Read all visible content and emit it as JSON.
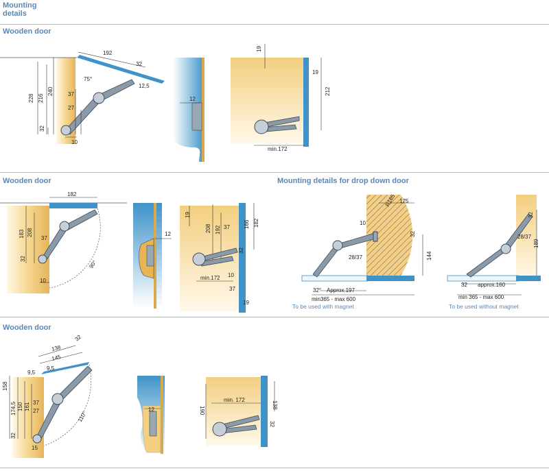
{
  "header": {
    "title": "Mounting\ndetails"
  },
  "sections": {
    "s1": "Wooden door",
    "s2": "Wooden door",
    "s2b": "Mounting details for drop down door",
    "s3": "Wooden door"
  },
  "d1": {
    "192": "192",
    "32": "32",
    "75": "75°",
    "125": "12,5",
    "228": "228",
    "216": "216",
    "240": "240",
    "37": "37",
    "27": "27",
    "32b": "32",
    "10": "10"
  },
  "d1b": {
    "12": "12"
  },
  "d1c": {
    "19a": "19",
    "19b": "19",
    "212": "212",
    "min": "min.172"
  },
  "d2": {
    "182": "182",
    "183": "183",
    "208": "208",
    "37": "37",
    "32": "32",
    "90": "90°",
    "10": "10"
  },
  "d2b": {
    "12": "12"
  },
  "d2c": {
    "19a": "19",
    "208": "208",
    "192": "192",
    "37a": "37",
    "166": "166",
    "182": "182",
    "32": "32",
    "min": "min.172",
    "10": "10",
    "37b": "37",
    "19b": "19"
  },
  "d2d": {
    "r165": "R165",
    "175": "175",
    "10": "10",
    "32a": "32",
    "2837": "28/37",
    "144": "144",
    "32b": "32°",
    "approx": "Approx.197",
    "range": "min365 - max 600",
    "note": "To be used with magnet"
  },
  "d2e": {
    "32a": "32",
    "2837": "28/37",
    "189": "189",
    "32b": "32",
    "approx": "approx.160",
    "range": "min 365 - max 600",
    "note": "To be used without magnet"
  },
  "d3": {
    "138": "138",
    "145": "145",
    "32": "32",
    "95a": "9,5",
    "95b": "9,5",
    "110": "110°",
    "158": "158",
    "150": "150",
    "1745": "174,5",
    "161": "161",
    "37": "37",
    "27": "27",
    "32b": "32",
    "15": "15"
  },
  "d3b": {
    "12": "12"
  },
  "d3c": {
    "min": "min. 172",
    "138": "138",
    "190": "190",
    "32": "32"
  }
}
